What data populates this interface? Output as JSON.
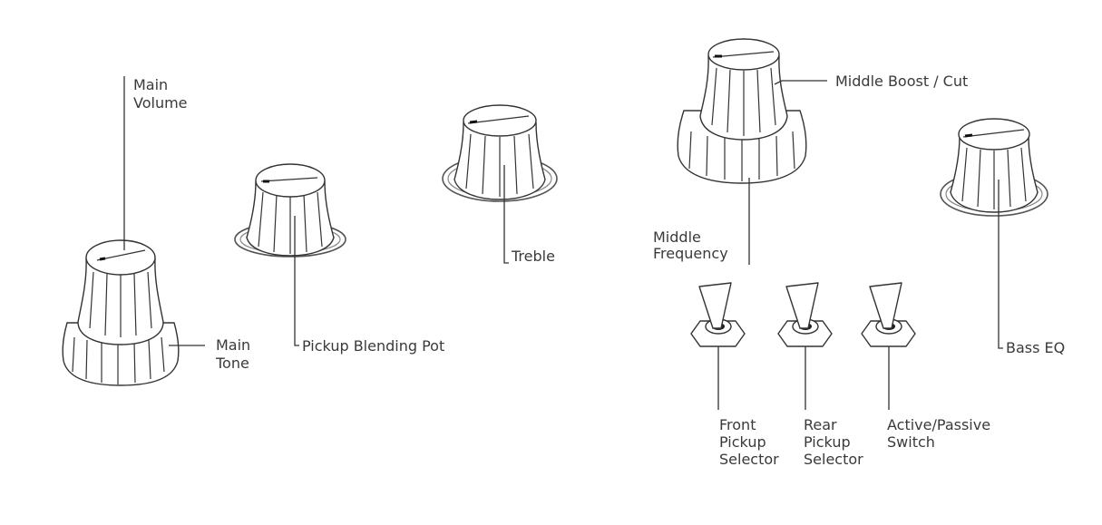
{
  "labels": {
    "main_volume": [
      "Main",
      "Volume"
    ],
    "main_tone": [
      "Main",
      "Tone"
    ],
    "pickup_blending_pot": "Pickup Blending Pot",
    "treble": "Treble",
    "middle_boost_cut": "Middle Boost / Cut",
    "middle_frequency": [
      "Middle",
      "Frequency"
    ],
    "bass_eq": "Bass EQ",
    "front_pickup_selector": [
      "Front",
      "Pickup",
      "Selector"
    ],
    "rear_pickup_selector": [
      "Rear",
      "Pickup",
      "Selector"
    ],
    "active_passive_switch": [
      "Active/Passive",
      "Switch"
    ]
  },
  "colors": {
    "line": "#333333",
    "text": "#3a3a3a"
  }
}
